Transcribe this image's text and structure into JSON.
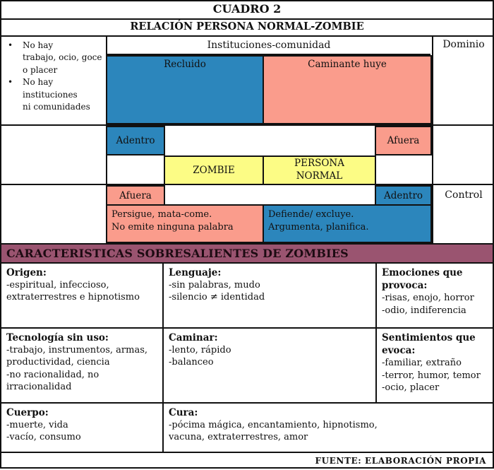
{
  "title": "CUADRO 2",
  "subtitle": "RELACIÓN PERSONA NORMAL-ZOMBIE",
  "colors": {
    "blue": "#2C86BC",
    "salmon": "#FA9C8C",
    "yellow": "#FCFC85",
    "purple_band": "#9A5470",
    "border": "#111111"
  },
  "diagram": {
    "left_notes": [
      {
        "lines": [
          "No hay",
          "trabajo, ocio, goce",
          "o placer"
        ]
      },
      {
        "lines": [
          "No hay",
          "instituciones",
          "ni comunidades"
        ]
      }
    ],
    "header": "Instituciones-comunidad",
    "dominio": "Dominio",
    "control": "Control",
    "boxes": {
      "recluido": "Recluido",
      "caminante": "Caminante huye",
      "adentro_left": "Adentro",
      "afuera_right": "Afuera",
      "zombie": "ZOMBIE",
      "persona": [
        "PERSONA",
        "NORMAL"
      ],
      "afuera_left": "Afuera",
      "adentro_right": "Adentro",
      "persigue": [
        "Persigue, mata-come.",
        "No emite ninguna palabra"
      ],
      "defiende": [
        "Defiende/ excluye.",
        "Argumenta, planifica."
      ]
    }
  },
  "band": "CARACTERISTICAS SOBRESALIENTES DE ZOMBIES",
  "characteristics": [
    {
      "title": "Origen:",
      "lines": [
        "-espiritual, infeccioso,",
        "extraterrestres e hipnotismo"
      ]
    },
    {
      "title": "Lenguaje:",
      "lines": [
        "-sin palabras, mudo",
        "-silencio ≠ identidad"
      ]
    },
    {
      "title": "Emociones que provoca:",
      "lines": [
        "-risas, enojo, horror",
        "-odio, indiferencia"
      ]
    },
    {
      "title": "Tecnología sin uso:",
      "lines": [
        "-trabajo, instrumentos, armas,",
        "productividad, ciencia",
        "-no racionalidad, no irracionalidad"
      ]
    },
    {
      "title": "Caminar:",
      "lines": [
        "-lento, rápido",
        "-balanceo"
      ]
    },
    {
      "title": "Sentimientos que evoca:",
      "lines": [
        "-familiar, extraño",
        "-terror, humor, temor",
        "-ocio, placer"
      ]
    },
    {
      "title": "Cuerpo:",
      "lines": [
        "-muerte, vida",
        "-vacío, consumo"
      ]
    },
    {
      "title": "Cura:",
      "lines": [
        "-pócima mágica, encantamiento, hipnotismo,",
        "vacuna, extraterrestres, amor"
      ]
    }
  ],
  "footer": "FUENTE: ELABORACIÓN PROPIA"
}
